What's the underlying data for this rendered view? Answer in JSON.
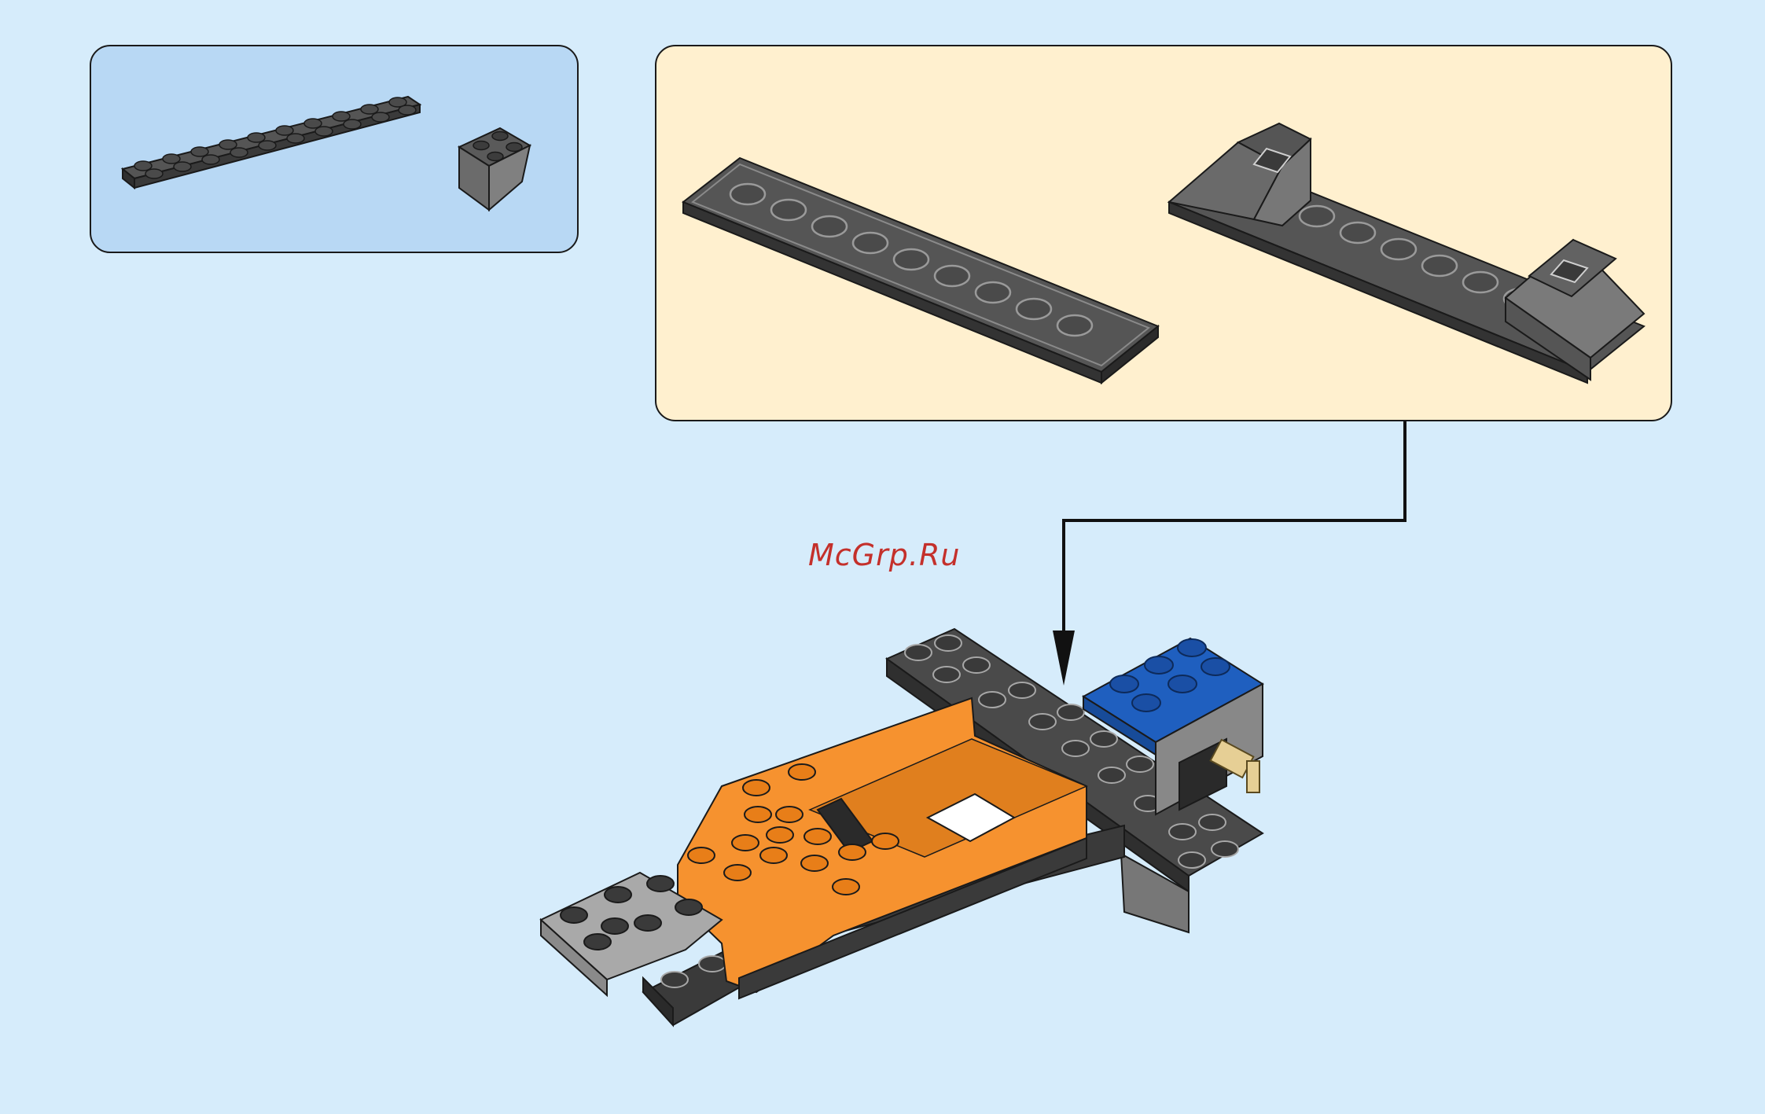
{
  "watermark": {
    "text": "McGrp.Ru"
  },
  "colors": {
    "background": "#d6ecfb",
    "parts_panel": "#b8d8f4",
    "subassembly_panel": "#fff0cf",
    "dark_bluish_gray": "#454545",
    "light_gray": "#a9a9a9",
    "orange": "#f6922f",
    "blue": "#1f5fbf",
    "tan": "#e6cf95"
  },
  "parts": [
    {
      "name": "plate-2x10",
      "color": "dark_bluish_gray",
      "quantity": 1
    },
    {
      "name": "slope-inverted-2x2",
      "color": "dark_bluish_gray",
      "quantity": 1
    }
  ],
  "instruction": {
    "arrow_icon": "down-arrow-icon"
  }
}
